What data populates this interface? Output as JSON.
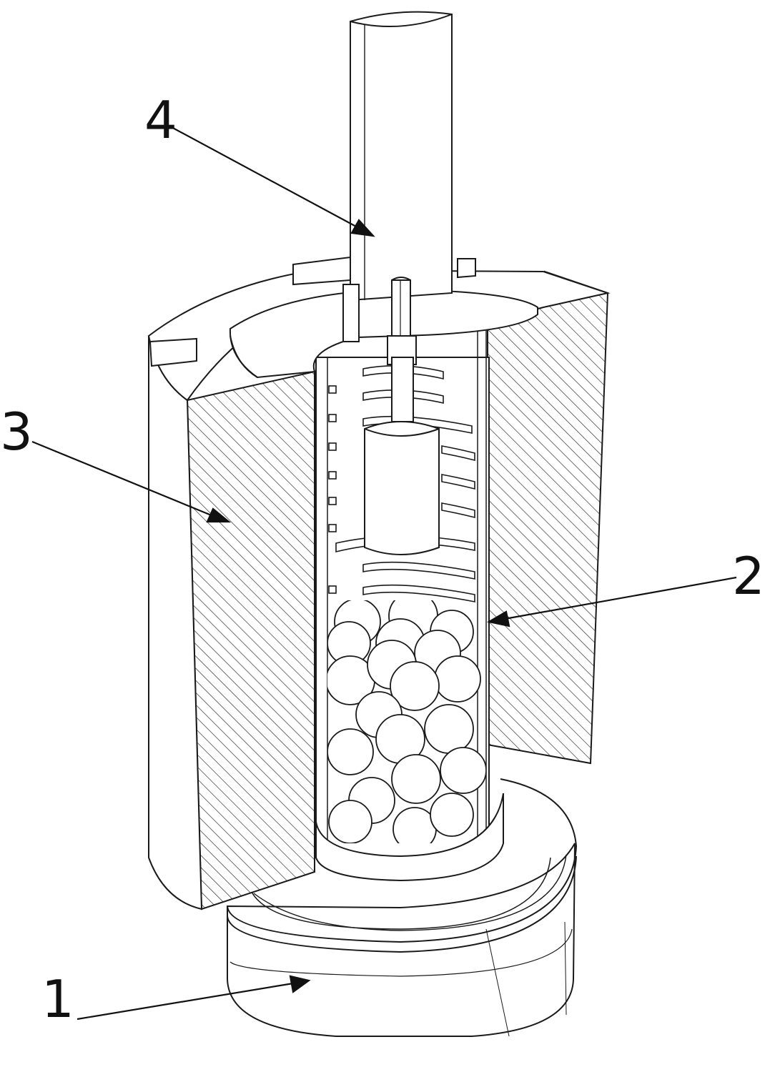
{
  "labels": {
    "l1": "1",
    "l2": "2",
    "l3": "3",
    "l4": "4"
  },
  "colors": {
    "stroke": "#1a1a1a",
    "fill": "#ffffff",
    "hatch": "#333333"
  }
}
